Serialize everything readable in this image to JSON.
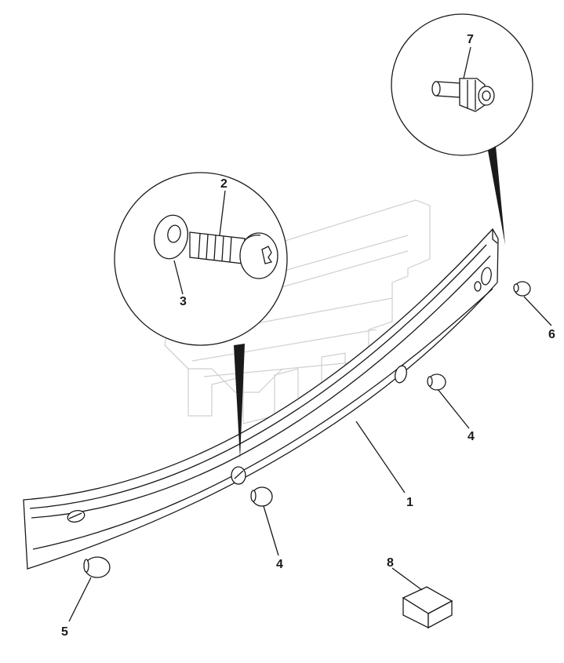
{
  "callouts": {
    "p1": "1",
    "p2": "2",
    "p3": "3",
    "p4a": "4",
    "p4b": "4",
    "p5": "5",
    "p6": "6",
    "p7": "7",
    "p8": "8"
  },
  "colors": {
    "line": "#1a1a1a",
    "fill": "#ffffff",
    "watermark": "#cfcfcf"
  }
}
